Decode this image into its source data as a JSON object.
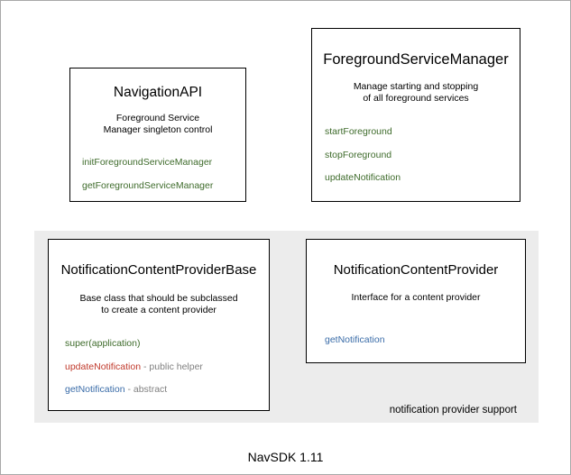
{
  "diagram": {
    "footer_caption": "NavSDK 1.11",
    "group_panel": {
      "label": "notification provider support"
    },
    "boxes": [
      {
        "id": "navigation-api",
        "title": "NavigationAPI",
        "description": "Foreground Service\nManager singleton control",
        "members": [
          {
            "name": "initForegroundServiceManager",
            "color": "green",
            "note": ""
          },
          {
            "name": "getForegroundServiceManager",
            "color": "green",
            "note": ""
          }
        ]
      },
      {
        "id": "foreground-service-manager",
        "title": "ForegroundServiceManager",
        "description": "Manage starting and stopping\nof all foreground services",
        "members": [
          {
            "name": "startForeground",
            "color": "green",
            "note": ""
          },
          {
            "name": "stopForeground",
            "color": "green",
            "note": ""
          },
          {
            "name": "updateNotification",
            "color": "green",
            "note": ""
          }
        ]
      },
      {
        "id": "notification-content-provider-base",
        "title": "NotificationContentProviderBase",
        "description": "Base class that should be subclassed\nto create a content provider",
        "members": [
          {
            "name": "super(application)",
            "color": "green",
            "note": ""
          },
          {
            "name": "updateNotification",
            "color": "red",
            "note": " - public helper"
          },
          {
            "name": "getNotification",
            "color": "blue",
            "note": " - abstract"
          }
        ]
      },
      {
        "id": "notification-content-provider",
        "title": "NotificationContentProvider",
        "description": "Interface for a content provider",
        "members": [
          {
            "name": "getNotification",
            "color": "blue",
            "note": ""
          }
        ]
      }
    ],
    "colors": {
      "green": "#3e6b2b",
      "red": "#c0392b",
      "blue": "#3a6ca8",
      "note_gray": "#808080",
      "panel_background": "#ececec",
      "canvas_background": "#ffffff",
      "box_border": "#000000",
      "canvas_border": "#a8a8a8"
    }
  }
}
